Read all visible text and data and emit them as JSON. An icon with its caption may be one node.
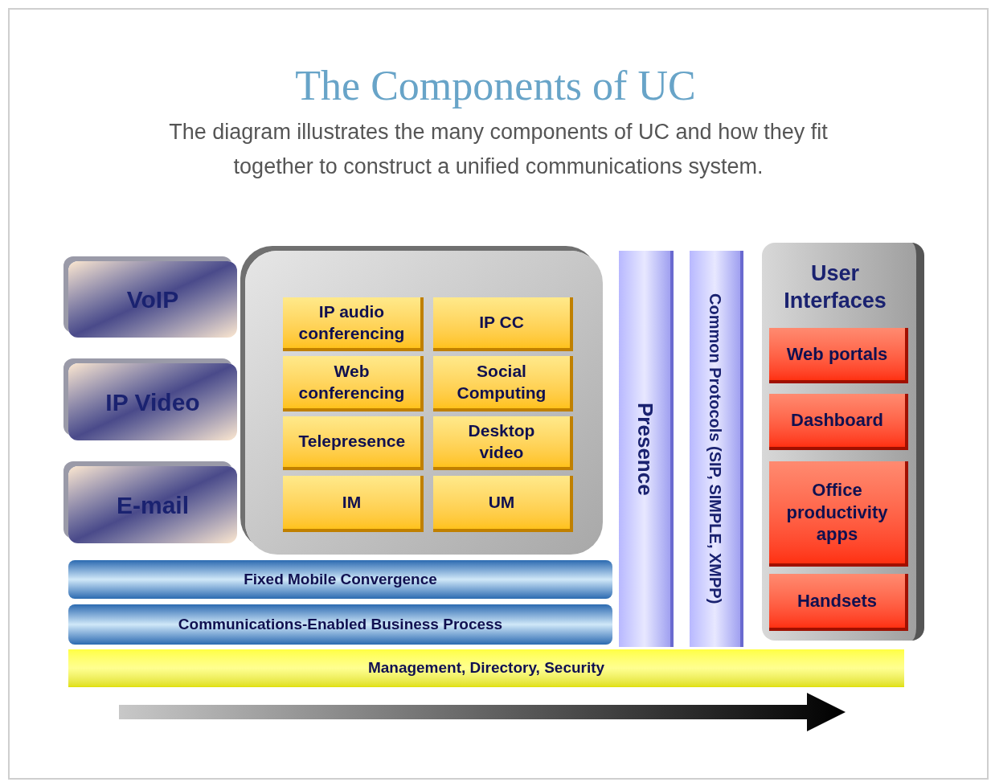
{
  "diagram": {
    "title": "The Components of UC",
    "caption": "The diagram illustrates the many components of UC and how they fit together to construct a unified communications system.",
    "nodes": [
      {
        "text": [
          "VoIP"
        ]
      },
      {
        "text": [
          "IP Video"
        ]
      },
      {
        "text": [
          "E-mail"
        ]
      },
      {
        "text": [],
        "shape": "box"
      },
      {
        "text": [
          "IP audio conferencing"
        ],
        "in": 3
      },
      {
        "text": [
          "IP CC"
        ],
        "in": 3
      },
      {
        "text": [
          "Web conferencing"
        ],
        "in": 3
      },
      {
        "text": [
          "Social Computing"
        ],
        "in": 3
      },
      {
        "text": [
          "Telepresence"
        ],
        "in": 3
      },
      {
        "text": [
          "Desktop video"
        ],
        "in": 3
      },
      {
        "text": [
          "IM"
        ],
        "in": 3
      },
      {
        "text": [
          "UM"
        ],
        "in": 3
      },
      {
        "text": [
          "Presence"
        ]
      },
      {
        "text": [
          "Common Protocols (SIP, SIMPLE, XMPP)"
        ]
      },
      {
        "text": [
          "User Interfaces"
        ]
      },
      {
        "text": [
          "Web portals"
        ],
        "in": 14
      },
      {
        "text": [
          "Dashboard"
        ],
        "in": 14
      },
      {
        "text": [
          "Office productivity apps"
        ],
        "in": 14
      },
      {
        "text": [
          "Handsets"
        ],
        "in": 14
      },
      {
        "text": [
          "Fixed Mobile Convergence"
        ]
      },
      {
        "text": [
          "Communications-Enabled Business Process"
        ]
      },
      {
        "text": [
          "Management, Directory, Security"
        ]
      }
    ]
  }
}
